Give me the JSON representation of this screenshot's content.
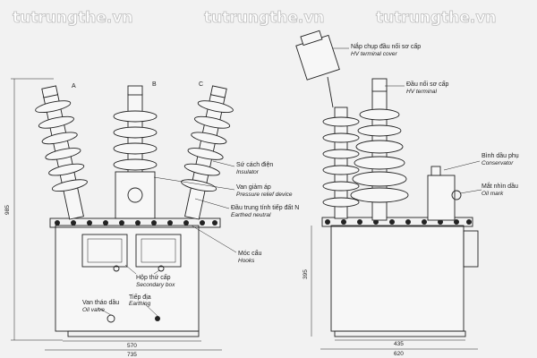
{
  "watermarks": [
    "tutrungthe.vn",
    "tutrungthe.vn",
    "tutrungthe.vn"
  ],
  "phases": {
    "a": "A",
    "b": "B",
    "c": "C"
  },
  "labels": {
    "insulator": {
      "vi": "Sứ cách điện",
      "en": "Insulator"
    },
    "pressure_relief": {
      "vi": "Van giảm áp",
      "en": "Pressure relief device"
    },
    "earthed_neutral": {
      "vi": "Đầu trung tính tiếp đất N",
      "en": "Earthed neutral"
    },
    "hooks": {
      "vi": "Móc cẩu",
      "en": "Hooks"
    },
    "secondary_box": {
      "vi": "Hộp thứ cấp",
      "en": "Secondary box"
    },
    "oil_valve": {
      "vi": "Van tháo dầu",
      "en": "Oil valve"
    },
    "earthing": {
      "vi": "Tiếp địa",
      "en": "Earthing"
    },
    "hv_terminal_cover": {
      "vi": "Nắp chụp đầu nối sơ cấp",
      "en": "HV terminal cover"
    },
    "hv_terminal": {
      "vi": "Đầu nối sơ cấp",
      "en": "HV terminal"
    },
    "conservator": {
      "vi": "Bình dầu phụ",
      "en": "Conservator"
    },
    "oil_mark": {
      "vi": "Mắt nhìn dầu",
      "en": "Oil mark"
    }
  },
  "dimensions": {
    "front_height": "985",
    "front_width_inner": "570",
    "front_width_outer": "735",
    "side_height": "395",
    "side_width_inner": "435",
    "side_width_outer": "620"
  }
}
